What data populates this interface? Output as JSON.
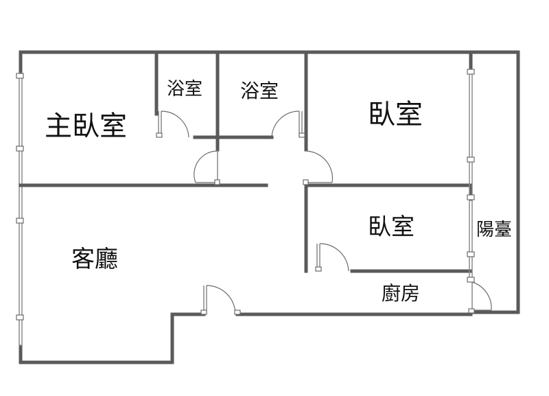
{
  "rooms": {
    "master_bedroom": "主臥室",
    "bathroom_1": "浴室",
    "bathroom_2": "浴室",
    "bedroom_1": "臥室",
    "bedroom_2": "臥室",
    "living_room": "客廳",
    "kitchen": "廚房",
    "balcony": "陽臺"
  }
}
